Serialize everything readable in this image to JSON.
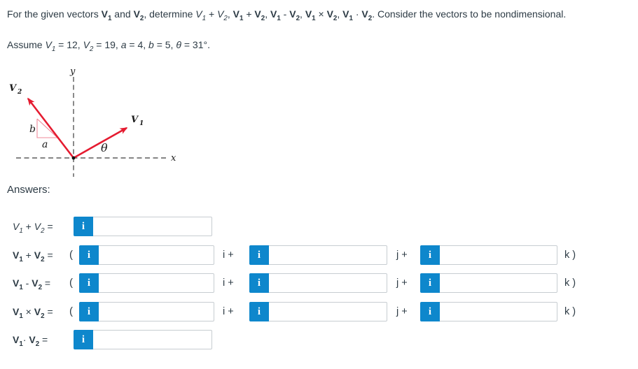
{
  "colors": {
    "accent": "#0e87cc",
    "text": "#2d3b45",
    "border": "#c7cdd1",
    "vector": "#e51b30",
    "triangle": "#ef8a9a",
    "ink": "#1a1a1a"
  },
  "problem": {
    "line1": [
      {
        "t": "For the given vectors "
      },
      {
        "t": "V",
        "b": true
      },
      {
        "t": "1",
        "b": true,
        "sub": true
      },
      {
        "t": " and "
      },
      {
        "t": "V",
        "b": true
      },
      {
        "t": "2",
        "b": true,
        "sub": true
      },
      {
        "t": ", determine "
      },
      {
        "t": "V",
        "i": true
      },
      {
        "t": "1",
        "i": true,
        "sub": true
      },
      {
        "t": " + "
      },
      {
        "t": "V",
        "i": true
      },
      {
        "t": "2",
        "i": true,
        "sub": true
      },
      {
        "t": ", "
      },
      {
        "t": "V",
        "b": true
      },
      {
        "t": "1",
        "b": true,
        "sub": true
      },
      {
        "t": " + "
      },
      {
        "t": "V",
        "b": true
      },
      {
        "t": "2",
        "b": true,
        "sub": true
      },
      {
        "t": ", "
      },
      {
        "t": "V",
        "b": true
      },
      {
        "t": "1",
        "b": true,
        "sub": true
      },
      {
        "t": " - "
      },
      {
        "t": "V",
        "b": true
      },
      {
        "t": "2",
        "b": true,
        "sub": true
      },
      {
        "t": ", "
      },
      {
        "t": "V",
        "b": true
      },
      {
        "t": "1",
        "b": true,
        "sub": true
      },
      {
        "t": " × "
      },
      {
        "t": "V",
        "b": true
      },
      {
        "t": "2",
        "b": true,
        "sub": true
      },
      {
        "t": ", "
      },
      {
        "t": "V",
        "b": true
      },
      {
        "t": "1",
        "b": true,
        "sub": true
      },
      {
        "t": " · "
      },
      {
        "t": "V",
        "b": true
      },
      {
        "t": "2",
        "b": true,
        "sub": true
      },
      {
        "t": ". Consider the vectors to be nondimensional."
      }
    ],
    "line2": [
      {
        "t": "Assume "
      },
      {
        "t": "V",
        "i": true
      },
      {
        "t": "1",
        "i": true,
        "sub": true
      },
      {
        "t": " = 12, "
      },
      {
        "t": "V",
        "i": true
      },
      {
        "t": "2",
        "i": true,
        "sub": true
      },
      {
        "t": " = 19, "
      },
      {
        "t": "a",
        "i": true
      },
      {
        "t": " = 4, "
      },
      {
        "t": "b",
        "i": true
      },
      {
        "t": " = 5, "
      },
      {
        "t": "θ",
        "i": true
      },
      {
        "t": " = 31°."
      }
    ]
  },
  "figure": {
    "labels": {
      "y_axis": "y",
      "x_axis": "x",
      "v1": "V",
      "v1_sub": "1",
      "v2": "V",
      "v2_sub": "2",
      "a": "a",
      "b": "b",
      "theta": "θ"
    }
  },
  "answers": {
    "heading": "Answers:",
    "tokens": {
      "open_paren": "(",
      "i_plus": "i +",
      "j_plus": "j +",
      "k_close": "k )",
      "info": "i"
    },
    "input_value": "",
    "rows": [
      {
        "name": "v1-plus-v2-magnitude",
        "type": "single",
        "label": [
          {
            "t": "V",
            "i": true
          },
          {
            "t": "1",
            "i": true,
            "sub": true
          },
          {
            "t": " + "
          },
          {
            "t": "V",
            "i": true
          },
          {
            "t": "2",
            "i": true,
            "sub": true
          },
          {
            "t": " ="
          }
        ]
      },
      {
        "name": "v1-plus-v2-vector",
        "type": "triple",
        "label": [
          {
            "t": "V",
            "b": true
          },
          {
            "t": "1",
            "b": true,
            "sub": true
          },
          {
            "t": " + "
          },
          {
            "t": "V",
            "b": true
          },
          {
            "t": "2",
            "b": true,
            "sub": true
          },
          {
            "t": " ="
          }
        ]
      },
      {
        "name": "v1-minus-v2-vector",
        "type": "triple",
        "label": [
          {
            "t": "V",
            "b": true
          },
          {
            "t": "1",
            "b": true,
            "sub": true
          },
          {
            "t": " - "
          },
          {
            "t": "V",
            "b": true
          },
          {
            "t": "2",
            "b": true,
            "sub": true
          },
          {
            "t": " ="
          }
        ]
      },
      {
        "name": "v1-cross-v2-vector",
        "type": "triple",
        "label": [
          {
            "t": "V",
            "b": true
          },
          {
            "t": "1",
            "b": true,
            "sub": true
          },
          {
            "t": " × "
          },
          {
            "t": "V",
            "b": true
          },
          {
            "t": "2",
            "b": true,
            "sub": true
          },
          {
            "t": " ="
          }
        ]
      },
      {
        "name": "v1-dot-v2",
        "type": "single",
        "label": [
          {
            "t": "V",
            "b": true
          },
          {
            "t": "1",
            "b": true,
            "sub": true
          },
          {
            "t": "· "
          },
          {
            "t": "V",
            "b": true
          },
          {
            "t": "2",
            "b": true,
            "sub": true
          },
          {
            "t": " ="
          }
        ]
      }
    ]
  }
}
